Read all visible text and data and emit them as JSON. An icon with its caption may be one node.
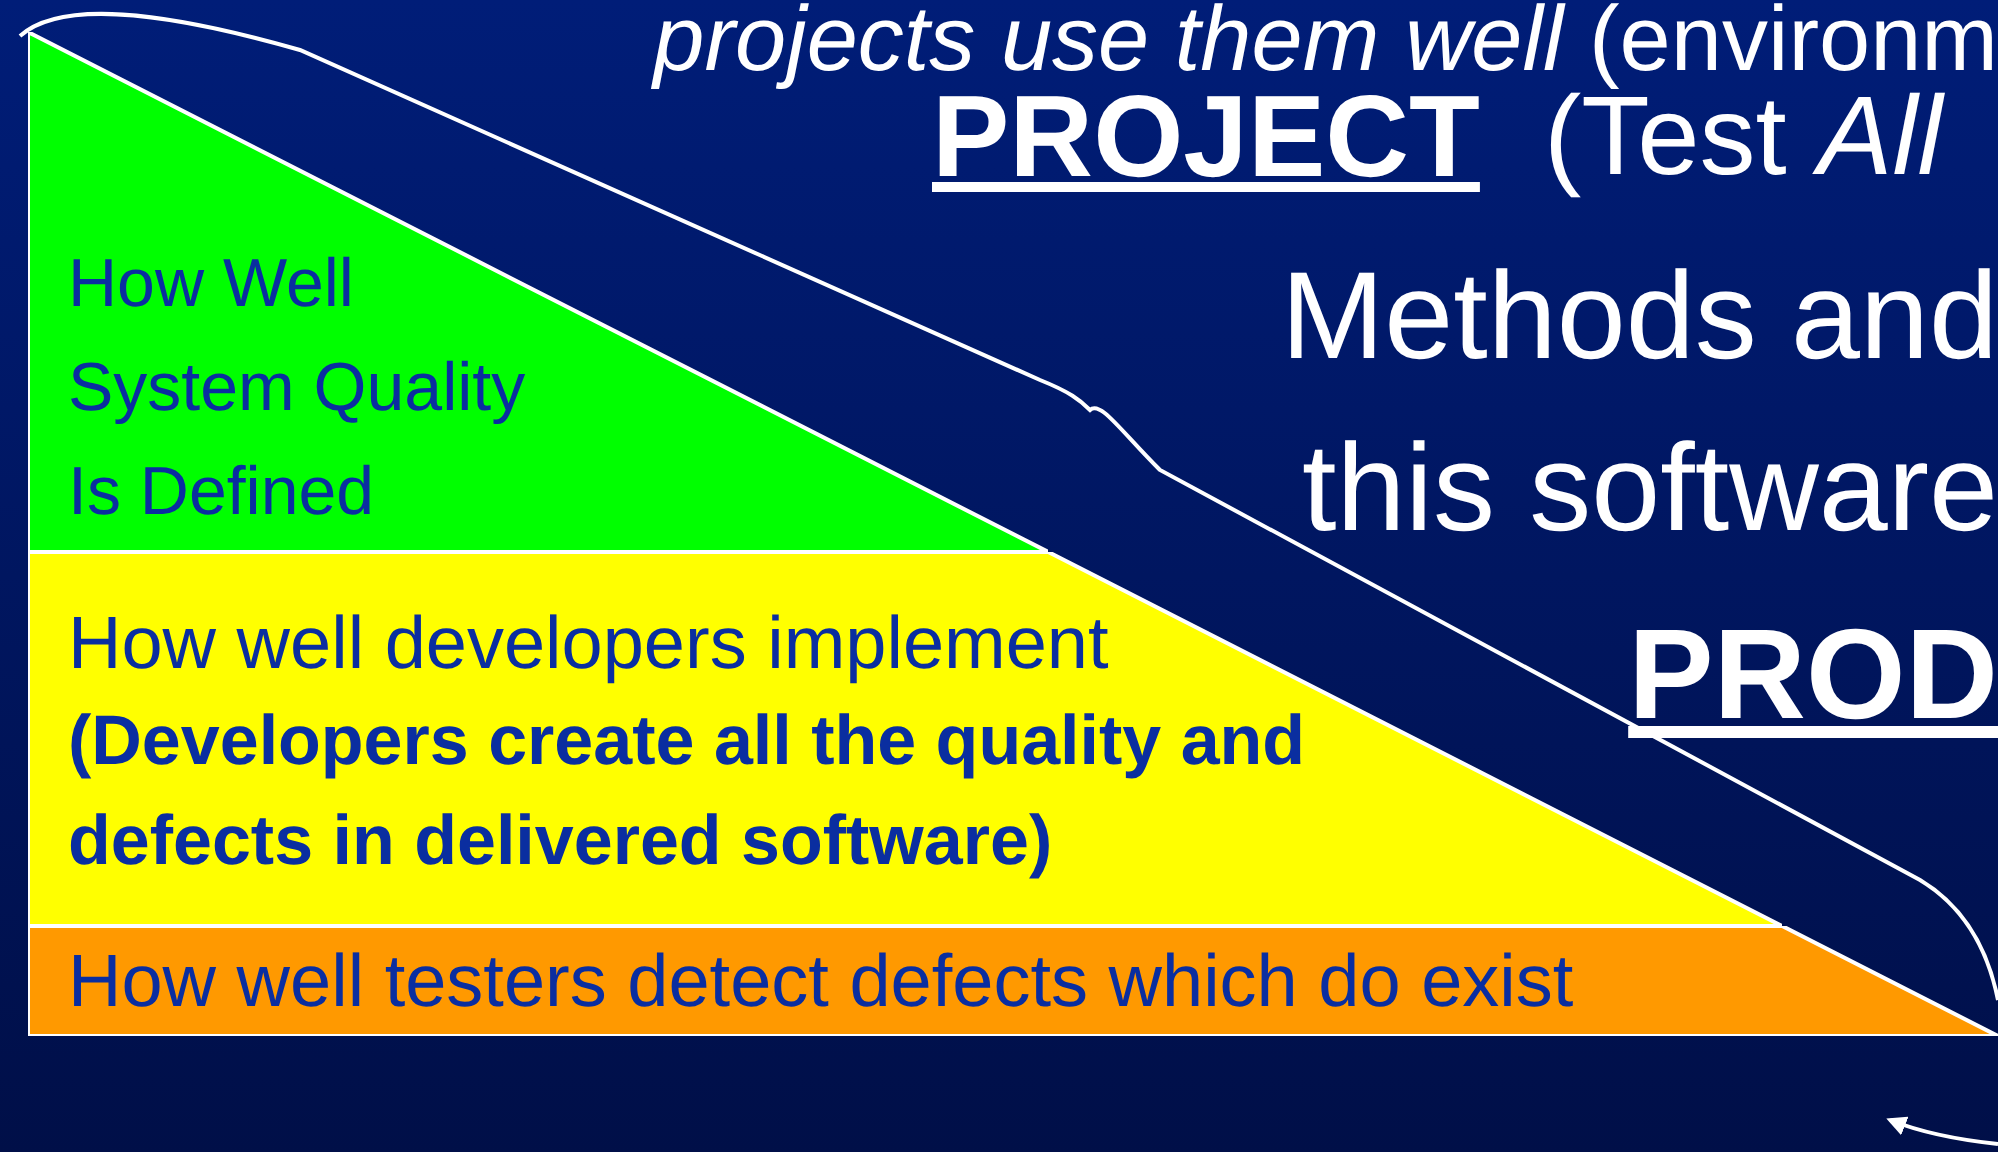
{
  "diagram": {
    "nodes": [
      {
        "text": [
          "How Well System Quality Is Defined"
        ]
      },
      {
        "text": [
          "How well developers implement",
          "(Developers create all the quality and defects in delivered software)"
        ]
      },
      {
        "text": [
          "How well testers detect defects which do exist"
        ]
      }
    ],
    "labels": [
      "*projects use them well* (environm",
      "PROJECT",
      "(Test *All*",
      "Methods and",
      "this software",
      "PROD"
    ]
  }
}
